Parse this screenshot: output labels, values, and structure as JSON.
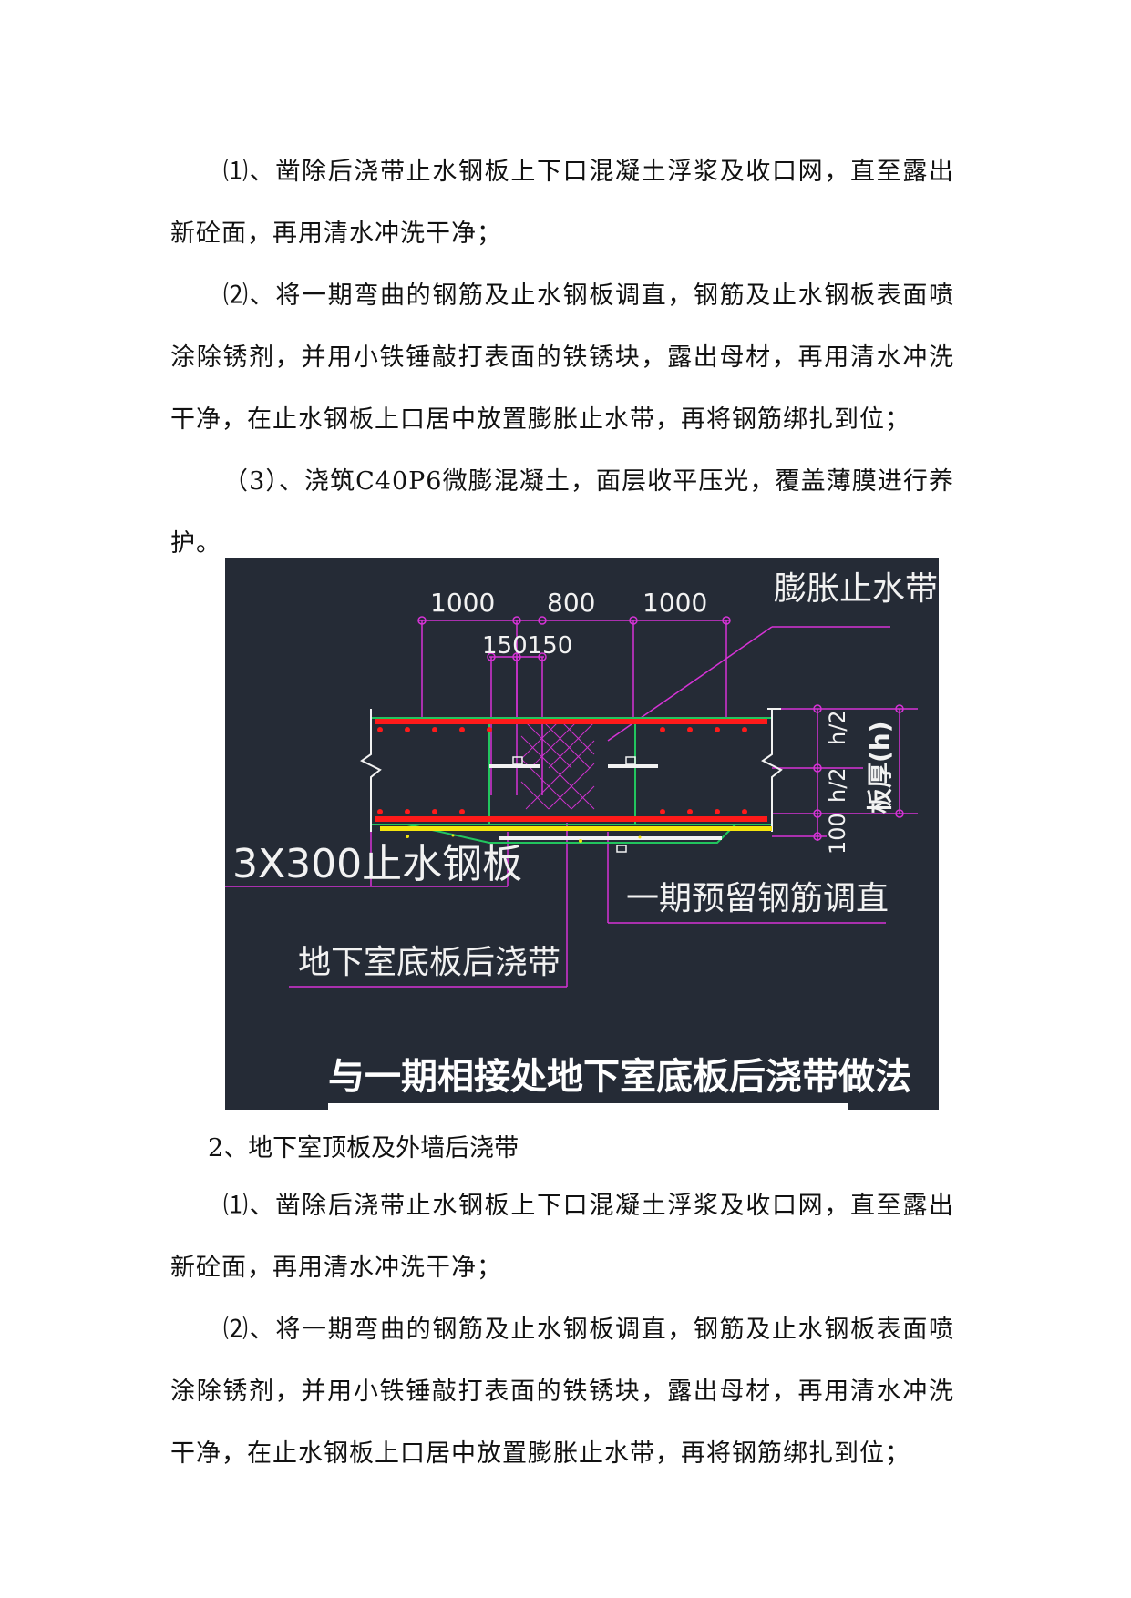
{
  "top_paragraphs": [
    "⑴、凿除后浇带止水钢板上下口混凝土浮浆及收口网，直至露出新砼面，再用清水冲洗干净；",
    "⑵、将一期弯曲的钢筋及止水钢板调直，钢筋及止水钢板表面喷涂除锈剂，并用小铁锤敲打表面的铁锈块，露出母材，再用清水冲洗干净，在止水钢板上口居中放置膨胀止水带，再将钢筋绑扎到位；",
    "（3）、浇筑C40P6微膨混凝土，面层收平压光，覆盖薄膜进行养护。"
  ],
  "figure": {
    "background_color": "#252b36",
    "labels": {
      "dim_left": "1000",
      "dim_mid": "800",
      "dim_right": "1000",
      "dim_small": "150150",
      "expand_strip": "膨胀止水带",
      "steel_plate": "3X300止水钢板",
      "rebar": "一期预留钢筋调直",
      "band": "地下室底板后浇带",
      "h_half_top": "h/2",
      "h_half_bottom": "h/2",
      "thickness": "板厚(h)",
      "bottom_100": "100",
      "caption": "与一期相接处地下室底板后浇带做法"
    }
  },
  "section_heading": "2、地下室顶板及外墙后浇带",
  "bottom_paragraphs": [
    "⑴、凿除后浇带止水钢板上下口混凝土浮浆及收口网，直至露出新砼面，再用清水冲洗干净；",
    "⑵、将一期弯曲的钢筋及止水钢板调直，钢筋及止水钢板表面喷涂除锈剂，并用小铁锤敲打表面的铁锈块，露出母材，再用清水冲洗干净，在止水钢板上口居中放置膨胀止水带，再将钢筋绑扎到位；"
  ]
}
